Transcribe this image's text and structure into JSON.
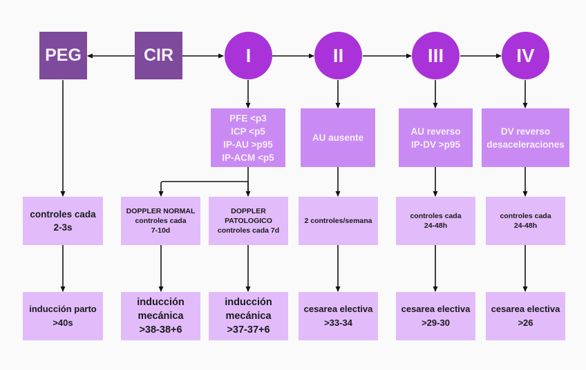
{
  "colors": {
    "background": "#fafafa",
    "category_box": "#7e4a9c",
    "stage_circle": "#a932d8",
    "criteria_box": "#c98bf3",
    "action_box": "#e2bbfa",
    "arrow": "#111111"
  },
  "categories": {
    "peg": {
      "label": "PEG"
    },
    "cir": {
      "label": "CIR"
    }
  },
  "stages": [
    {
      "label": "I"
    },
    {
      "label": "II"
    },
    {
      "label": "III"
    },
    {
      "label": "IV"
    }
  ],
  "criteria": {
    "I": [
      "PFE <p3",
      "ICP <p5",
      "IP-AU >p95",
      "IP-ACM <p5"
    ],
    "II": [
      "AU ausente"
    ],
    "III": [
      "AU reverso",
      "IP-DV >p95"
    ],
    "IV": [
      "DV reverso",
      "desaceleraciones"
    ]
  },
  "controls": {
    "peg": [
      "controles cada",
      "2-3s"
    ],
    "doppler_normal": [
      "DOPPLER NORMAL",
      "controles cada",
      "7-10d"
    ],
    "doppler_patologico": [
      "DOPPLER",
      "PATOLOGICO",
      "controles cada 7d"
    ],
    "II": [
      "2 controles/semana"
    ],
    "III": [
      "controles cada",
      "24-48h"
    ],
    "IV": [
      "controles cada",
      "24-48h"
    ]
  },
  "outcomes": {
    "peg": [
      "inducción parto",
      ">40s"
    ],
    "doppler_normal": [
      "inducción",
      "mecánica",
      ">38-38+6"
    ],
    "doppler_patologico": [
      "inducción",
      "mecánica",
      ">37-37+6"
    ],
    "II": [
      "cesarea electiva",
      ">33-34"
    ],
    "III": [
      "cesarea electiva",
      ">29-30"
    ],
    "IV": [
      "cesarea electiva",
      ">26"
    ]
  }
}
